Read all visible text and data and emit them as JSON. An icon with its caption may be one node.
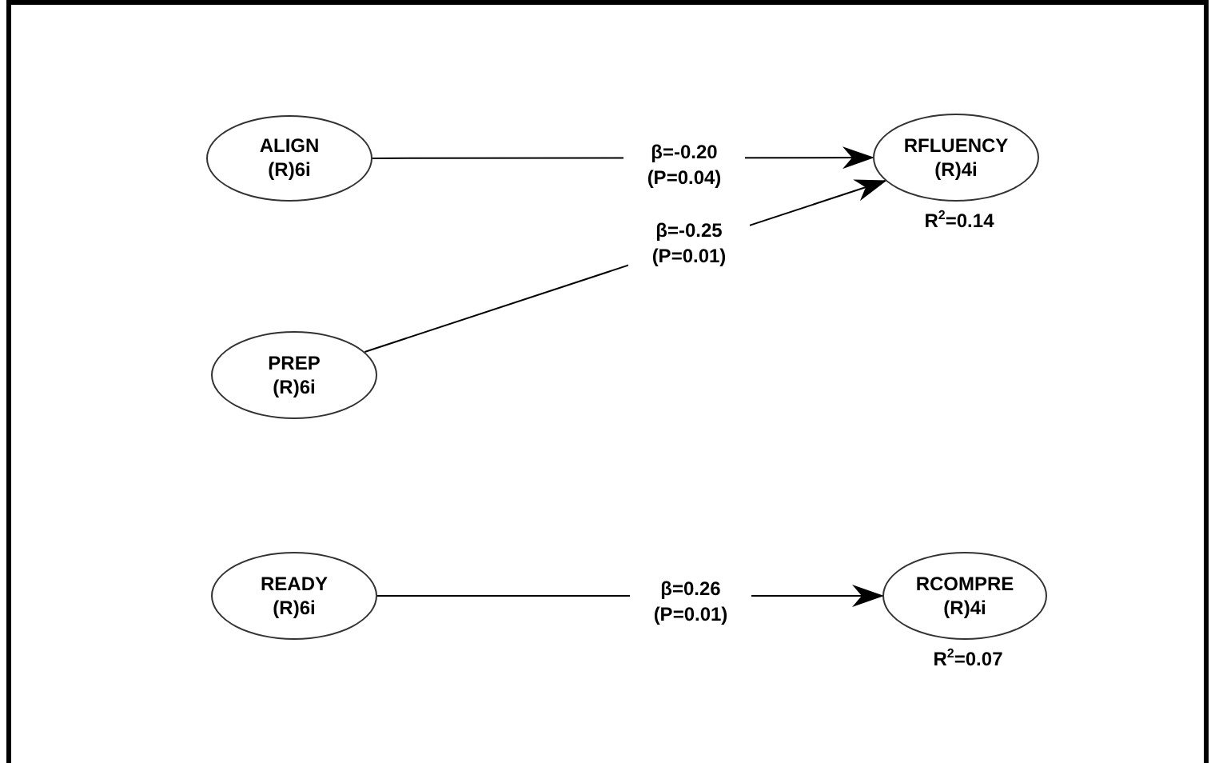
{
  "diagram": {
    "nodes": [
      {
        "text": [
          "ALIGN",
          "(R)6i"
        ]
      },
      {
        "text": [
          "RFLUENCY",
          "(R)4i"
        ],
        "beside": [
          "R$^{2}$=0.14"
        ]
      },
      {
        "text": [
          "PREP",
          "(R)6i"
        ]
      },
      {
        "text": [
          "READY",
          "(R)6i"
        ]
      },
      {
        "text": [
          "RCOMPRE",
          "(R)4i"
        ],
        "beside": [
          "R$^{2}$=0.07"
        ]
      }
    ],
    "edges": [
      {
        "from": 0,
        "to": 1,
        "arrow": "to",
        "label": "β=-0.20 (P=0.04)"
      },
      {
        "from": 2,
        "to": 1,
        "arrow": "to",
        "label": "β=-0.25 (P=0.01)"
      },
      {
        "from": 3,
        "to": 4,
        "arrow": "to",
        "label": "β=0.26 (P=0.01)"
      }
    ]
  }
}
